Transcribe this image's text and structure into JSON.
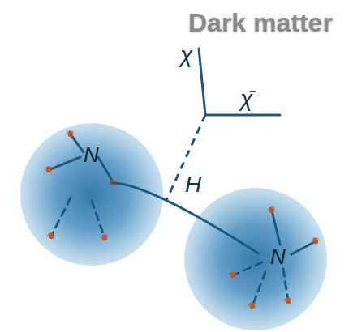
{
  "diagram": {
    "title": "Dark matter",
    "nodes": [
      {
        "text": [
          "N"
        ]
      },
      {
        "text": [
          "N"
        ]
      }
    ],
    "edges": [
      {
        "from": 0,
        "to": 1,
        "arrow": "none"
      }
    ],
    "labels": [
      "χ",
      "χ̄",
      "H"
    ]
  }
}
